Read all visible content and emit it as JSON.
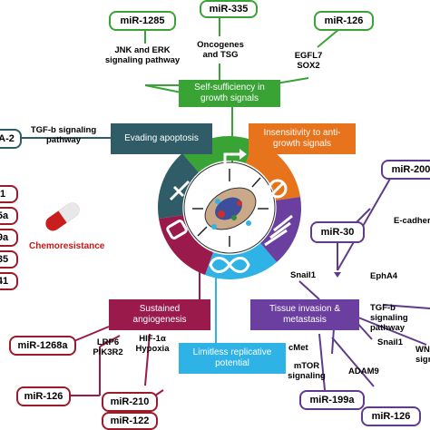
{
  "hallmarks": {
    "self_sufficiency": "Self-sufficiency in growth signals",
    "evading_apoptosis": "Evading apoptosis",
    "insensitivity": "Insensitivity to anti-growth signals",
    "sustained_angiogenesis": "Sustained angiogenesis",
    "tissue_invasion": "Tissue invasion & metastasis",
    "limitless_replicative": "Limitless replicative potential"
  },
  "mirnas": {
    "mir1285": "miR-1285",
    "mir335": "miR-335",
    "mir126_top": "miR-126",
    "mir200": "miR-200",
    "mir30": "miR-30",
    "mir1268a": "miR-1268a",
    "mir126_bl": "miR-126",
    "mir210": "miR-210",
    "mir122": "miR-122",
    "mir199a": "miR-199a",
    "mir126_br": "miR-126",
    "left_top": "A-2",
    "left1": "1",
    "left2": "5a",
    "left3": "9a",
    "left4": "35",
    "left5": "41"
  },
  "targets": {
    "jnk": "JNK and ERK signaling pathway",
    "oncogenes": "Oncogenes and TSG",
    "egfl7": "EGFL7 SOX2",
    "tgfb_left": "TGF-b signaling pathway",
    "e_cadherin": "E-cadherin",
    "snail1_mid": "Snail1",
    "epha4": "EphA4",
    "tgfb_right": "TGF-b signaling pathway",
    "snail1_low": "Snail1",
    "wnt": "WN sign",
    "lrp6": "LRP6 PIK3R2",
    "hif": "HIF-1α Hypoxia",
    "cmet": "cMet",
    "mtor": "mTOR signaling",
    "adam9": "ADAM9"
  },
  "chemoresistance": "Chemoresistance",
  "colors": {
    "green": "#3aa335",
    "teal": "#2f5c66",
    "orange": "#e8731d",
    "crimson": "#9a1b4b",
    "purple": "#6a3fa0",
    "cyan": "#2fb3e6",
    "red": "#c01818"
  },
  "icons": [
    "dagger-icon",
    "no-entry-icon",
    "arrow-right-icon",
    "vessel-icon",
    "infinity-icon",
    "stripes-icon",
    "cancer-cell-icon",
    "capsule-icon"
  ]
}
